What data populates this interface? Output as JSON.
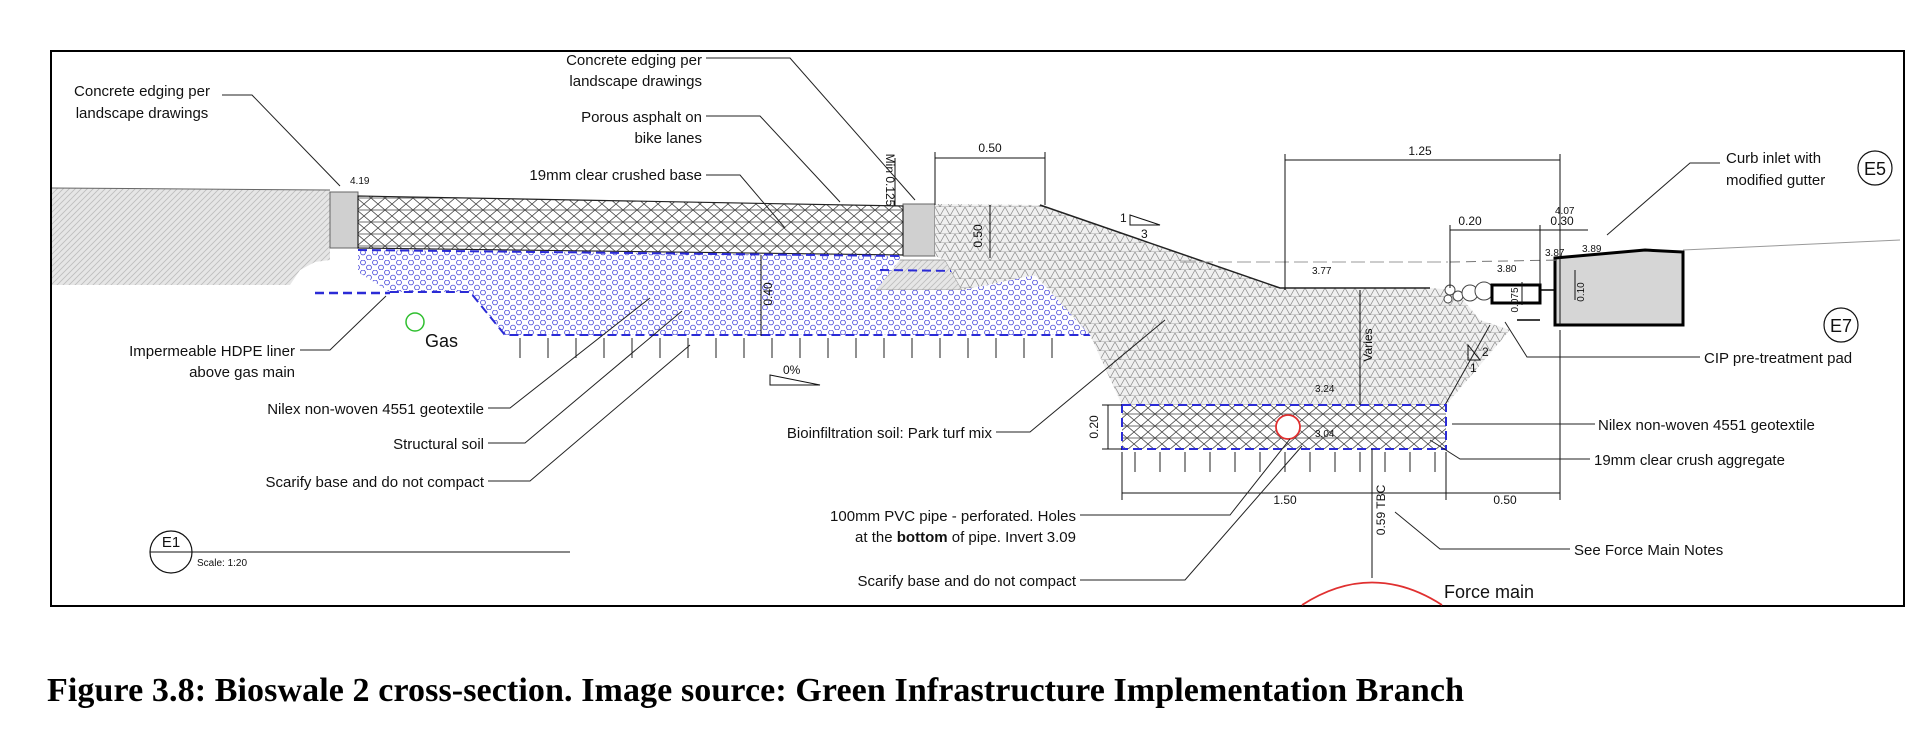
{
  "labels": {
    "edging_left_1": "Concrete edging per",
    "edging_left_2": "landscape drawings",
    "edging_top_1": "Concrete edging per",
    "edging_top_2": "landscape drawings",
    "asphalt_1": "Porous asphalt on",
    "asphalt_2": "bike lanes",
    "base19": "19mm clear crushed base",
    "liner_1": "Impermeable HDPE liner",
    "liner_2": "above gas main",
    "gas": "Gas",
    "nilex_left": "Nilex non-woven 4551 geotextile",
    "structural": "Structural soil",
    "scarify_left": "Scarify base and do not compact",
    "bioinfil": "Bioinfiltration soil: Park turf mix",
    "pipe_1": "100mm PVC pipe - perforated. Holes",
    "pipe_2a": "at the ",
    "pipe_2b": "bottom",
    "pipe_2c": " of pipe. Invert 3.09",
    "scarify_bottom": "Scarify base and do not compact",
    "curb_1": "Curb inlet with",
    "curb_2": "modified gutter",
    "cip": "CIP pre-treatment  pad",
    "nilex_right": "Nilex non-woven 4551 geotextile",
    "crush19": "19mm clear crush aggregate",
    "force_notes": "See Force Main Notes",
    "force_main": "Force main"
  },
  "dims": {
    "d050_top": "0.50",
    "d125": "1.25",
    "d020": "0.20",
    "d030": "0.30",
    "d050_vert": "0.50",
    "d040": "0.40",
    "min0125": "Min 0.125",
    "slope_0": "0%",
    "slope_13_a": "1",
    "slope_13_b": "3",
    "slope_12_a": "1",
    "slope_12_b": "2",
    "varies": "Varies",
    "d020_left": "0.20",
    "d0075": "0.075",
    "d010": "0.10",
    "d150": "1.50",
    "d050_bottom": "0.50",
    "d059": "0.59 TBC"
  },
  "elevations": {
    "e419": "4.19",
    "e407": "4.07",
    "e377": "3.77",
    "e380": "3.80",
    "e387": "3.87",
    "e389": "3.89",
    "e324": "3.24",
    "e304": "3.04"
  },
  "callouts": {
    "e5": "E5",
    "e7": "E7",
    "e1": "E1",
    "scale": "Scale: 1:20"
  },
  "colors": {
    "geotextile": "#2b2bd6",
    "pipe": "#e03030",
    "gas": "#2fbf2f",
    "fill_gray": "#e7e7e7"
  },
  "caption": "Figure 3.8: Bioswale 2 cross-section. Image source: Green Infrastructure Implementation Branch"
}
